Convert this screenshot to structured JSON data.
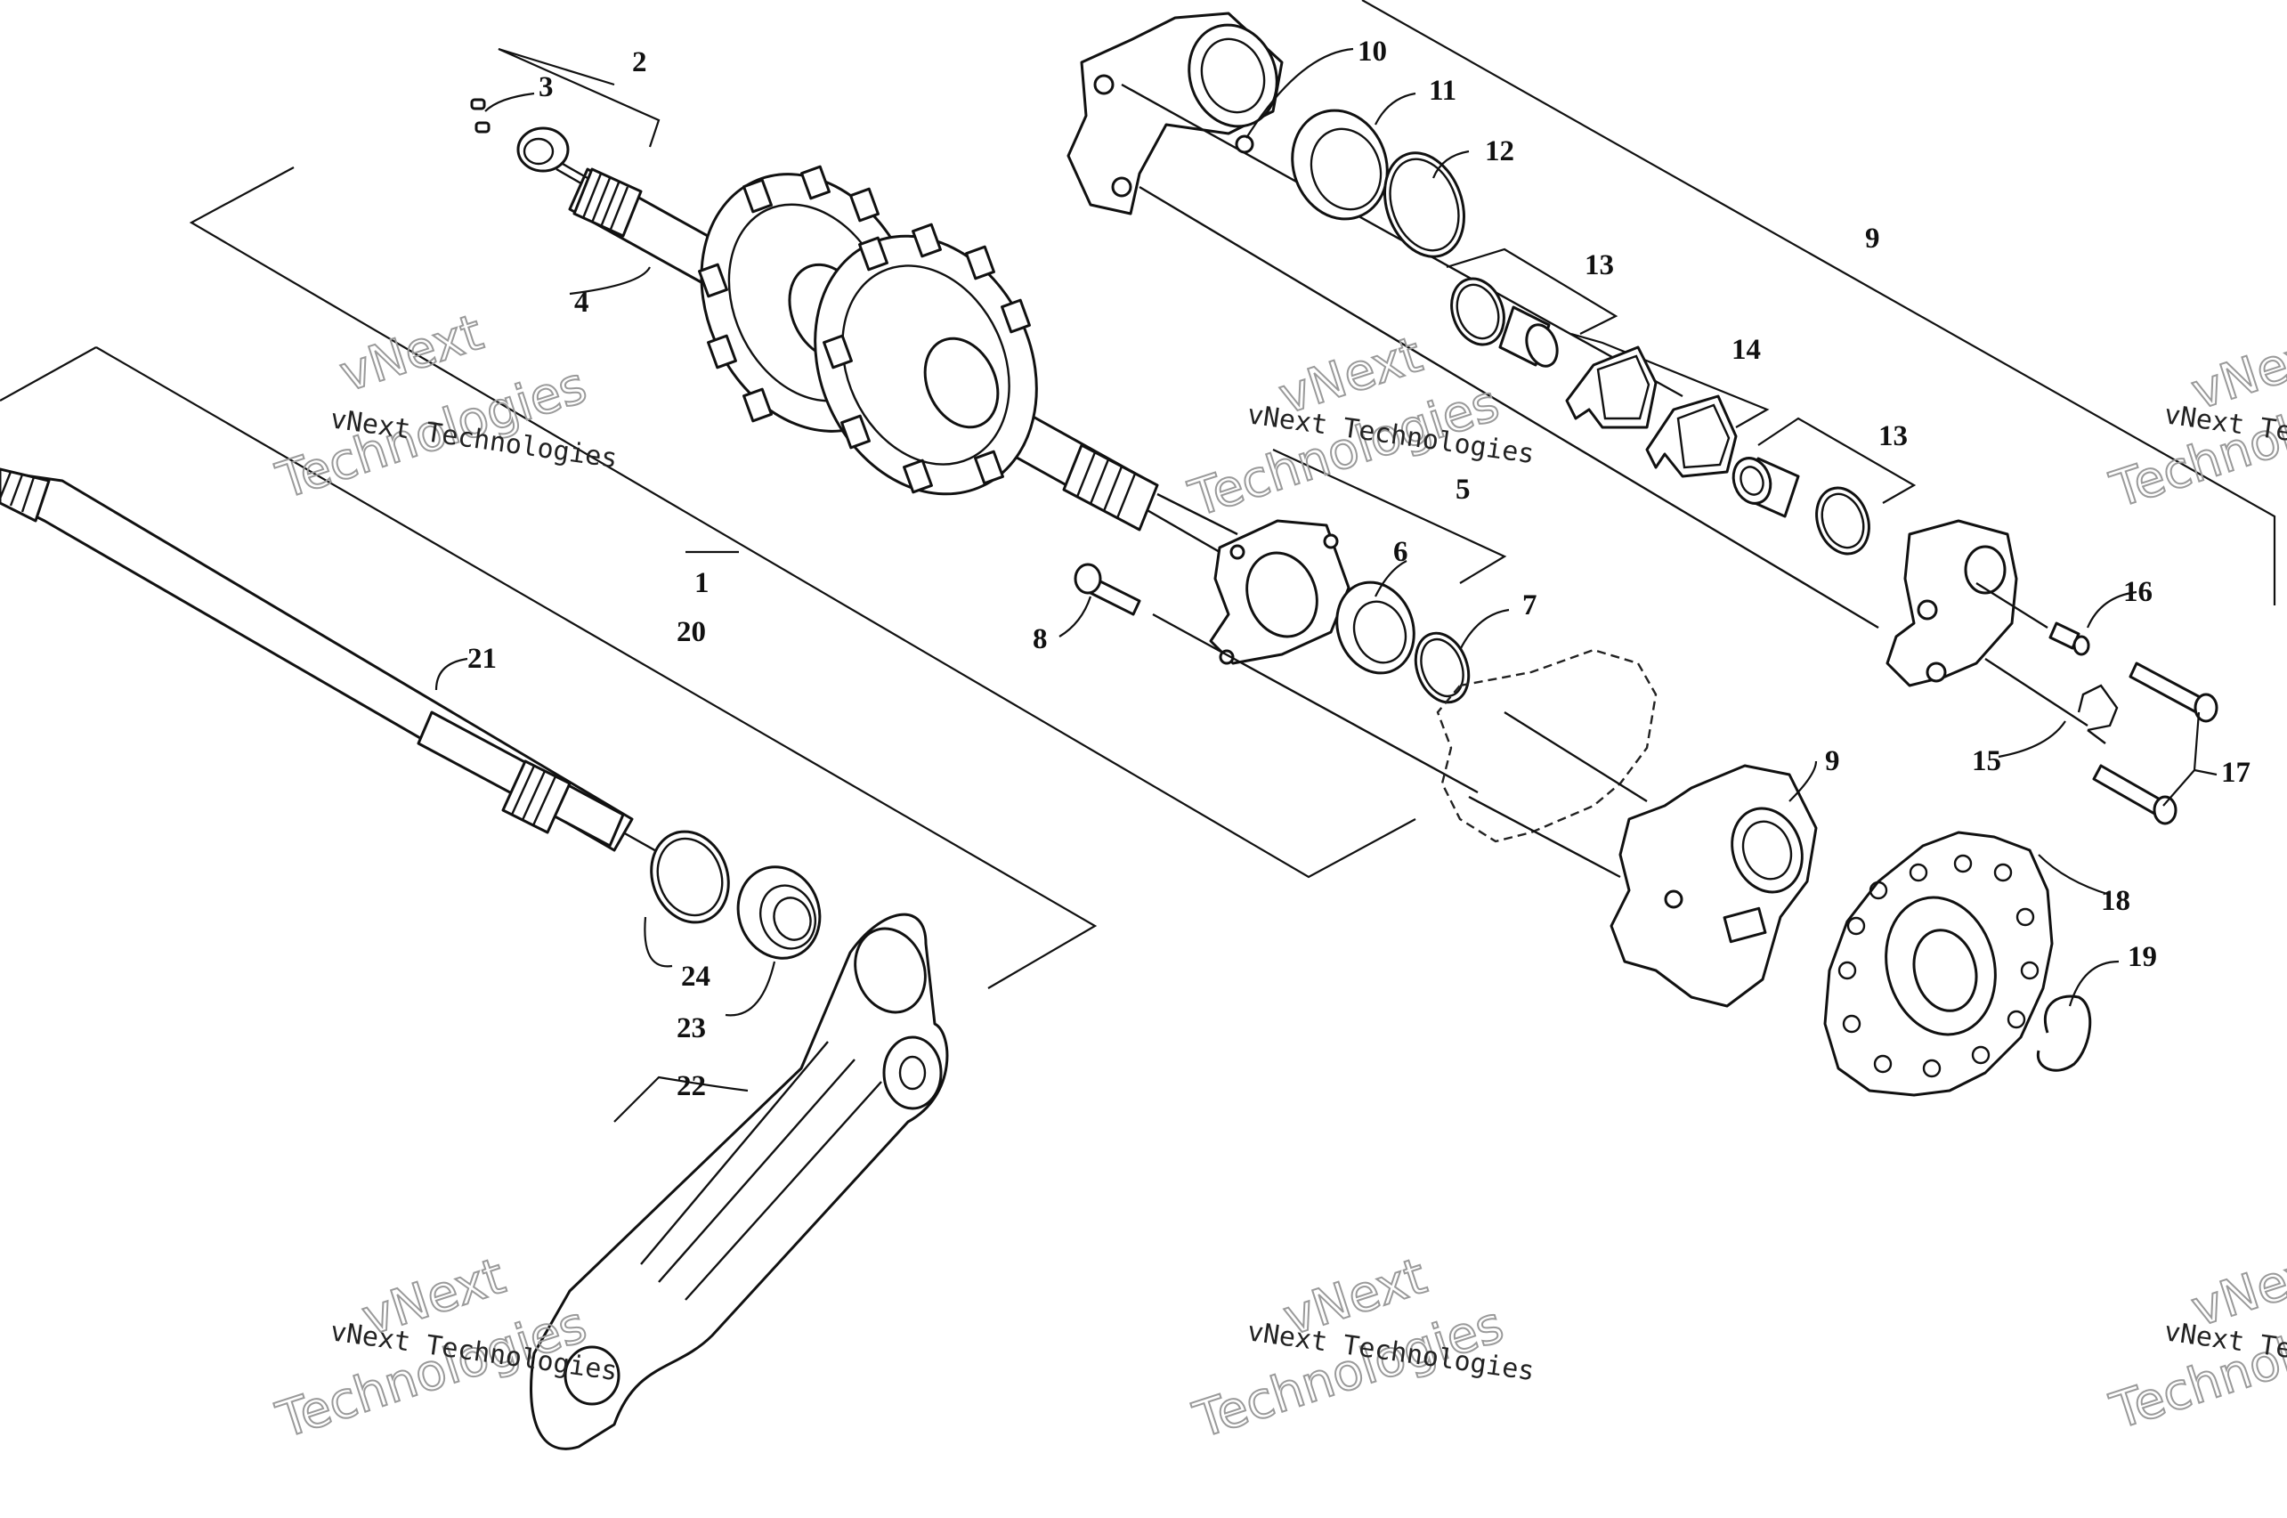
{
  "callouts": {
    "c1": "1",
    "c2": "2",
    "c3": "3",
    "c4": "4",
    "c5": "5",
    "c6": "6",
    "c7": "7",
    "c8": "8",
    "c9a": "9",
    "c9b": "9",
    "c10": "10",
    "c11": "11",
    "c12": "12",
    "c13a": "13",
    "c13b": "13",
    "c14": "14",
    "c15": "15",
    "c16": "16",
    "c17": "17",
    "c18": "18",
    "c19": "19",
    "c20": "20",
    "c21": "21",
    "c22": "22",
    "c23": "23",
    "c24": "24"
  },
  "watermark": {
    "company": "vNext Technologies",
    "brand_line1": "vNext",
    "brand_line2": "Technologies"
  }
}
